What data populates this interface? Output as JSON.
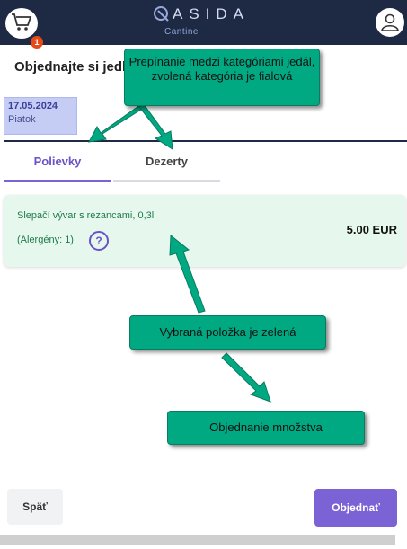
{
  "header": {
    "brand": "ASIDA",
    "brand_sub": "Cantine",
    "cart_count": "1",
    "icons": {
      "cart": "cart-icon",
      "logo": "qasida-logo-icon",
      "profile": "user-icon"
    },
    "background": "#1e2a44"
  },
  "main": {
    "title": "Objednajte si jedl",
    "date": {
      "date": "17.05.2024",
      "day": "Piatok"
    },
    "tabs": [
      {
        "label": "Polievky",
        "active": true
      },
      {
        "label": "Dezerty",
        "active": false
      }
    ],
    "item": {
      "name": "Slepačí vývar s rezancami, 0,3l",
      "allergens": "(Alergény: 1)",
      "help": "?",
      "price": "5.00 EUR",
      "selected": true
    }
  },
  "annotations": {
    "tip1": "Prepínanie medzi kategóriami jedál, zvolená kategória je fialová",
    "tip2": "Vybraná položka je zelená",
    "tip3": "Objednanie množstva",
    "color": "#00a982"
  },
  "footer": {
    "back_label": "Späť",
    "order_label": "Objednať"
  },
  "colors": {
    "accent": "#7b63d6",
    "selected_item": "#e6f8ee",
    "date_card": "#c5cdf5"
  }
}
